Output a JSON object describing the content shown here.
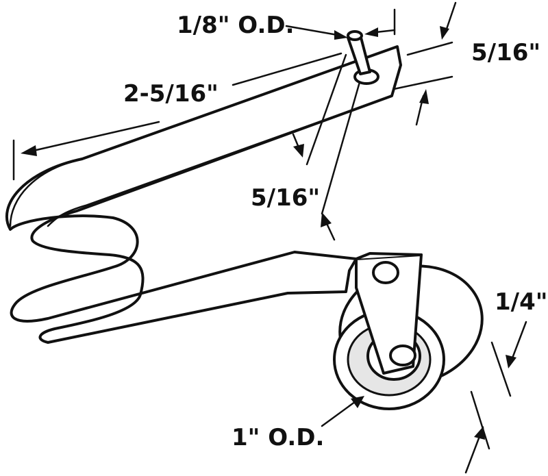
{
  "diagram": {
    "labels": {
      "pin_od": "1/8\" O.D.",
      "length": "2-5/16\"",
      "thickness": "5/16\"",
      "width": "5/16\"",
      "wheel_thickness": "1/4\"",
      "wheel_od": "1\" O.D."
    }
  }
}
